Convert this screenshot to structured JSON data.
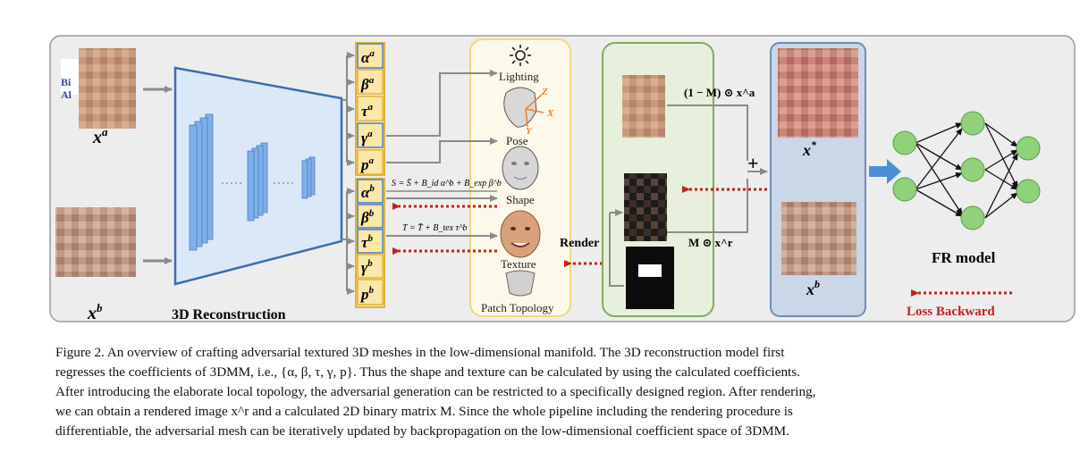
{
  "diagram": {
    "inputs": {
      "xa": "x",
      "xa_sup": "a",
      "xb": "x",
      "xb_sup": "b"
    },
    "reconstruction_label": "3D Reconstruction",
    "coeffs_a": [
      {
        "sym": "α",
        "sup": "a"
      },
      {
        "sym": "β",
        "sup": "a"
      },
      {
        "sym": "τ",
        "sup": "a"
      },
      {
        "sym": "γ",
        "sup": "a"
      },
      {
        "sym": "p",
        "sup": "a"
      }
    ],
    "coeffs_b": [
      {
        "sym": "α",
        "sup": "b"
      },
      {
        "sym": "β",
        "sup": "b"
      },
      {
        "sym": "τ",
        "sup": "b"
      },
      {
        "sym": "γ",
        "sup": "b"
      },
      {
        "sym": "p",
        "sup": "b"
      }
    ],
    "components": {
      "lighting": "Lighting",
      "pose": "Pose",
      "shape": "Shape",
      "texture": "Texture",
      "patch_topology": "Patch Topology",
      "axis_x": "X",
      "axis_y": "Y",
      "axis_z": "Z"
    },
    "shape_formula": "S = S̄ + B_id α^b + B_exp β^b",
    "texture_formula": "T = T̄ + B_tex τ^b",
    "render_label": "Render",
    "mask_term_top": "(1 − M) ⊙ x^a",
    "mask_term_bottom": "M ⊙ x^r",
    "plus_sign": "+",
    "result": {
      "xstar": "x",
      "xstar_sup": "*",
      "xb": "x",
      "xb_sup": "b"
    },
    "fr_model_label": "FR model",
    "legend_label": "Loss Backward",
    "colors": {
      "arrow_gray": "#8a8a8a",
      "loss_red": "#c41e1e",
      "coeff_fill": "#fbe7a8",
      "coeff_stroke": "#e0b43a",
      "render_panel_fill": "#fdf9ea",
      "render_panel_stroke": "#f0d77d",
      "green_panel_fill": "#e7f0dc",
      "green_panel_stroke": "#7fae5a",
      "blue_panel_fill": "#c9d7e8",
      "blue_panel_stroke": "#6f8db5",
      "nn_node": "#8fd27a",
      "trapezoid_fill": "#dbe8f7",
      "trapezoid_stroke": "#3c6db0",
      "blue_arrow": "#4a90d9"
    }
  },
  "caption": {
    "lines": [
      "Figure 2. An overview of crafting adversarial textured 3D meshes in the low-dimensional manifold. The 3D reconstruction model first",
      "regresses the coefficients of 3DMM, i.e., {α, β, τ, γ, p}. Thus the shape and texture can be calculated by using the calculated coefficients.",
      "After introducing the elaborate local topology, the adversarial generation can be restricted to a specifically designed region. After rendering,",
      "we can obtain a rendered image x^r and a calculated 2D binary matrix M. Since the whole pipeline including the rendering procedure is",
      "differentiable, the adversarial mesh can be iteratively updated by backpropagation on the low-dimensional coefficient space of 3DMM."
    ]
  }
}
